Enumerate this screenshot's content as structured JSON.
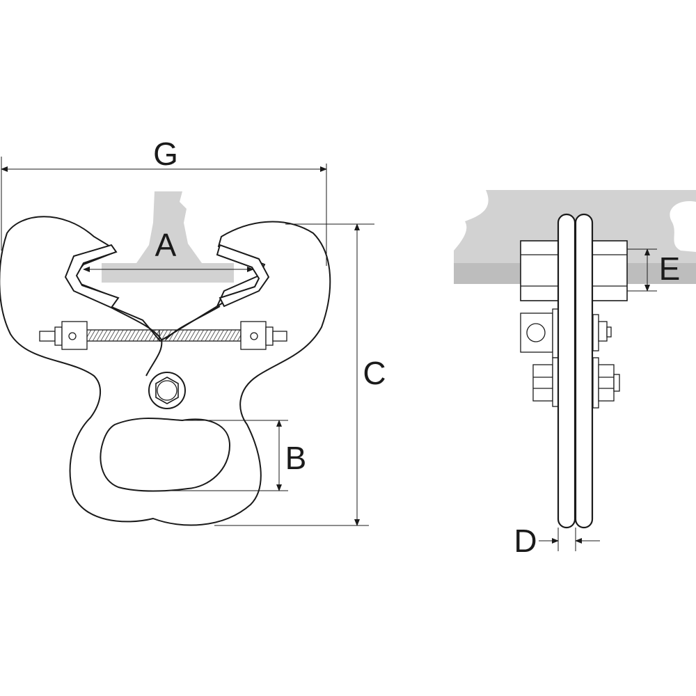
{
  "front_view": {
    "labels": {
      "width_overall": "G",
      "jaw_opening": "A",
      "height_overall": "C",
      "eye_height": "B"
    }
  },
  "side_view": {
    "labels": {
      "plate_thickness": "D",
      "flange_thickness": "E"
    }
  }
}
